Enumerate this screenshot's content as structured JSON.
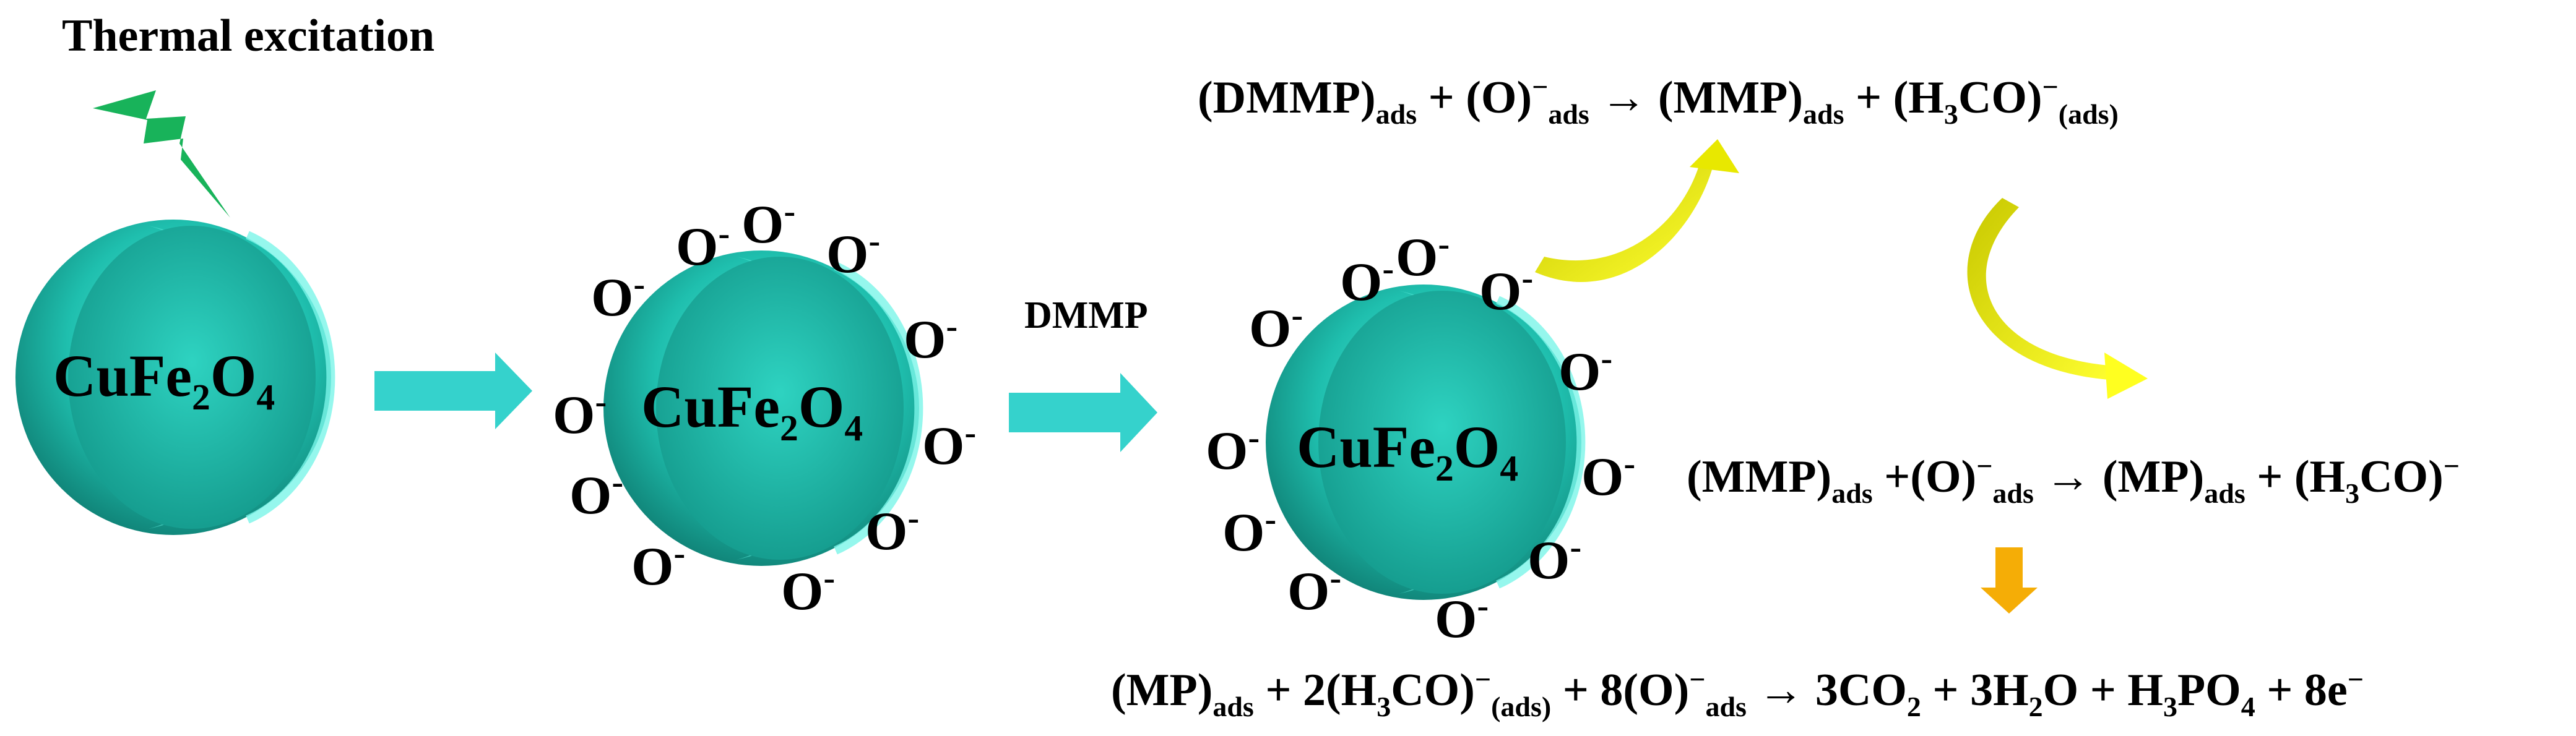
{
  "title": "Thermal excitation",
  "particle": {
    "label_main": "CuFe",
    "label_sub2": "2",
    "label_o": "O",
    "label_sub4": "4"
  },
  "step_label": "DMMP",
  "ion": {
    "symbol": "O",
    "charge": "-"
  },
  "reactions": {
    "r1": [
      "(DMMP)",
      "ads",
      " + (O)",
      "−",
      "ads",
      " → (MMP)",
      "ads",
      " + (H",
      "3",
      "CO)",
      "−",
      "(ads)"
    ],
    "r2": [
      "(MMP)",
      "ads",
      " +(O)",
      "−",
      "ads",
      " → (MP)",
      "ads",
      " + (H",
      "3",
      "CO)",
      "−"
    ],
    "r3": [
      "(MP)",
      "ads",
      " + 2(H",
      "3",
      "CO)",
      "−",
      "(ads)",
      " + 8(O)",
      "−",
      "ads",
      " → 3CO",
      "2",
      " + 3H",
      "2",
      "O + H",
      "3",
      "PO",
      "4",
      " + 8e",
      "−"
    ]
  },
  "colors": {
    "sphere_light": "#4fe6d6",
    "sphere_mid": "#1fbfae",
    "sphere_dark": "#0d7f73",
    "block_arrow": "#35d2cc",
    "lightning": "#18b35a",
    "curved_arrow": "#f2f20a",
    "down_arrow": "#f5ad06"
  },
  "icons": [
    "lightning-bolt-icon",
    "block-arrow-icon",
    "curved-arrow-icon",
    "down-arrow-icon"
  ]
}
